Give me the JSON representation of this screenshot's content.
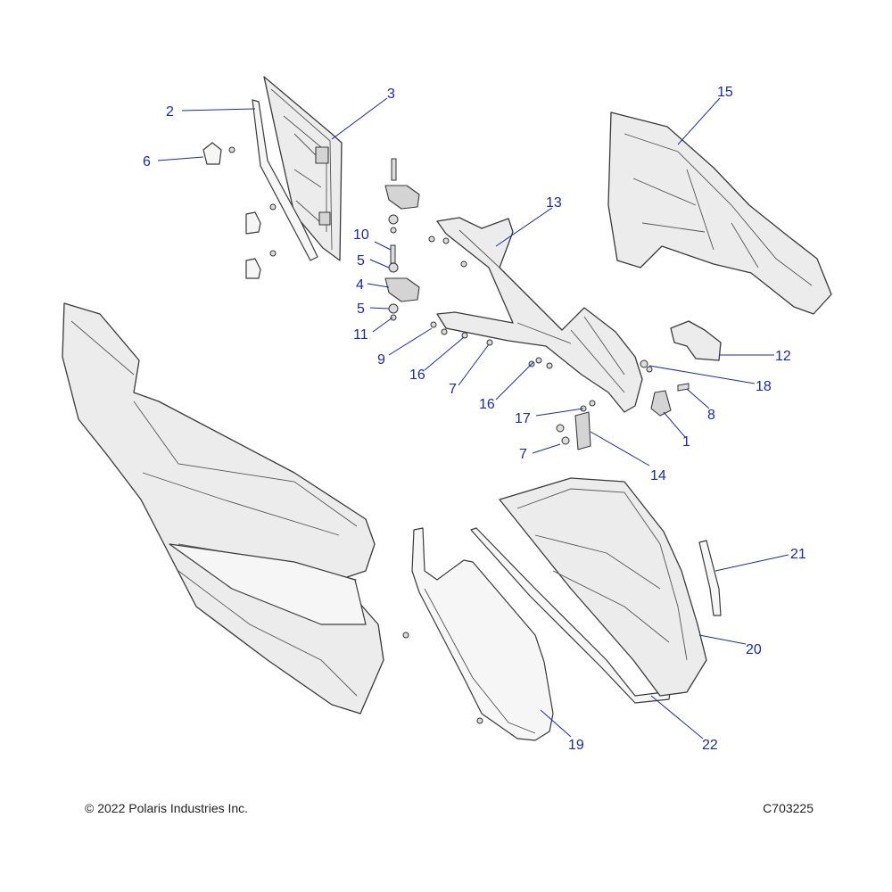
{
  "footer": {
    "copyright": "© 2022 Polaris Industries Inc.",
    "drawing_number": "C703225"
  },
  "callouts": [
    {
      "id": "c1",
      "label": "1"
    },
    {
      "id": "c2",
      "label": "2"
    },
    {
      "id": "c3",
      "label": "3"
    },
    {
      "id": "c4",
      "label": "4"
    },
    {
      "id": "c5a",
      "label": "5"
    },
    {
      "id": "c5b",
      "label": "5"
    },
    {
      "id": "c6",
      "label": "6"
    },
    {
      "id": "c7a",
      "label": "7"
    },
    {
      "id": "c7b",
      "label": "7"
    },
    {
      "id": "c8",
      "label": "8"
    },
    {
      "id": "c9",
      "label": "9"
    },
    {
      "id": "c10",
      "label": "10"
    },
    {
      "id": "c11",
      "label": "11"
    },
    {
      "id": "c12",
      "label": "12"
    },
    {
      "id": "c13",
      "label": "13"
    },
    {
      "id": "c14",
      "label": "14"
    },
    {
      "id": "c15",
      "label": "15"
    },
    {
      "id": "c16a",
      "label": "16"
    },
    {
      "id": "c16b",
      "label": "16"
    },
    {
      "id": "c17",
      "label": "17"
    },
    {
      "id": "c18",
      "label": "18"
    },
    {
      "id": "c19",
      "label": "19"
    },
    {
      "id": "c20",
      "label": "20"
    },
    {
      "id": "c21",
      "label": "21"
    },
    {
      "id": "c22",
      "label": "22"
    }
  ],
  "colors": {
    "callout": "#1a2aa6",
    "line": "#3a3a3a",
    "part_fill": "#ececec"
  }
}
